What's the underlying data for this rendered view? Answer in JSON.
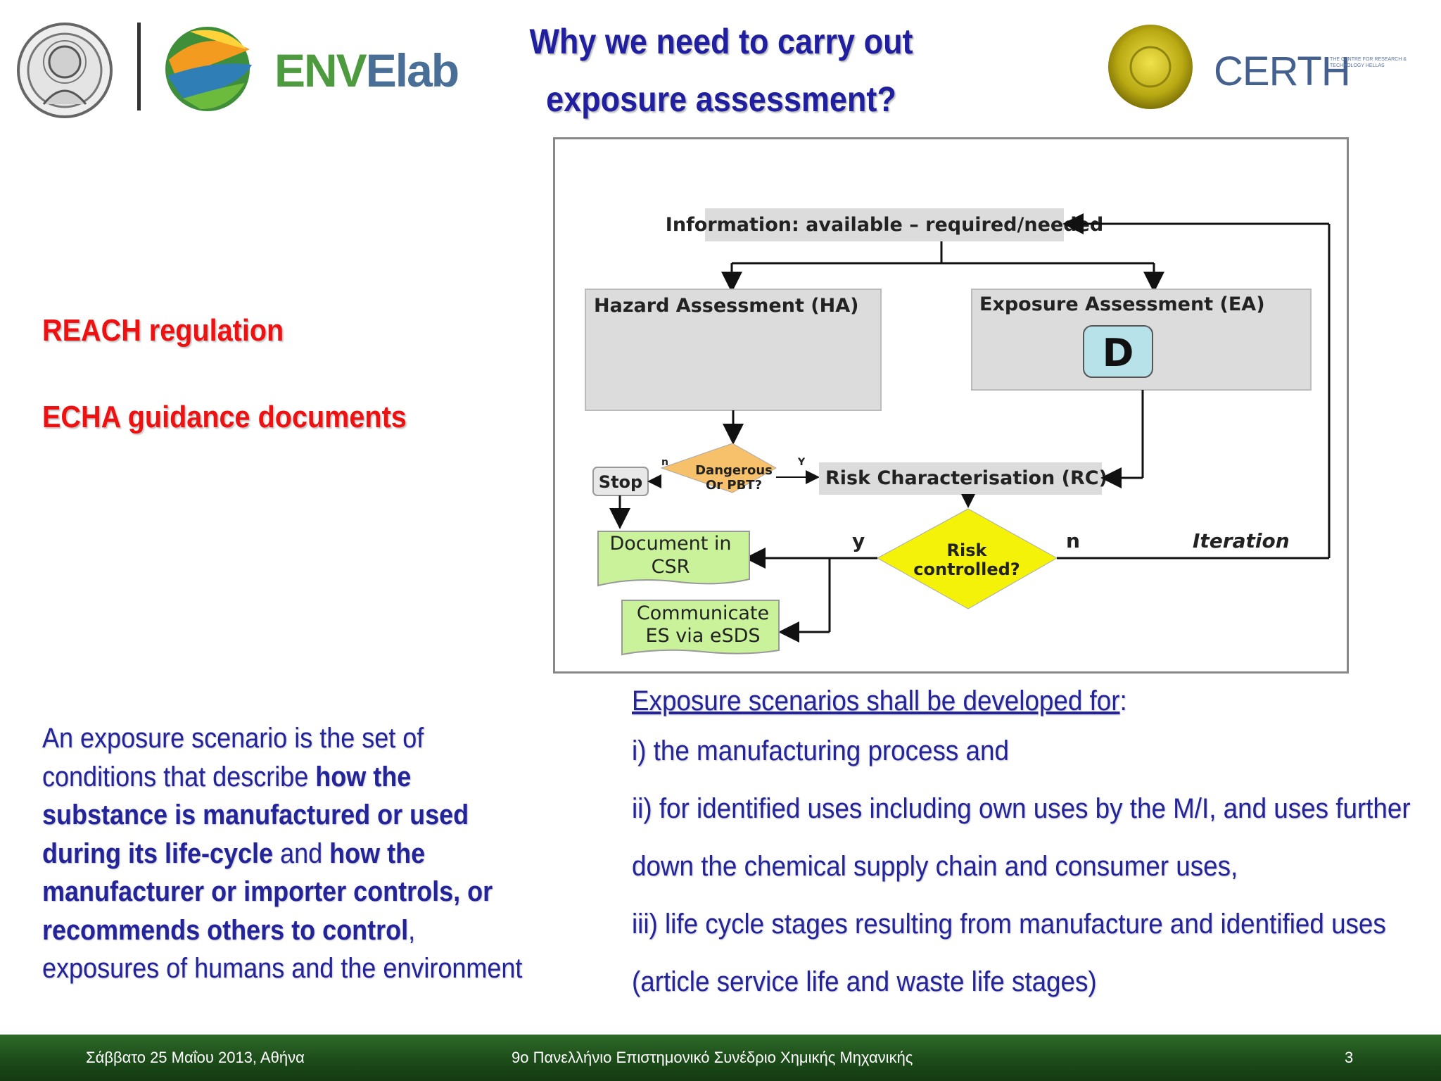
{
  "header": {
    "title_line1": "Why we need to carry out",
    "title_line2": "exposure assessment?",
    "envelab_logo_en": "ENV",
    "envelab_logo_lab": "Elab",
    "certh_logo_text": "CERTH",
    "certh_logo_small": "THE CENTRE FOR RESEARCH & TECHNOLOGY HELLAS"
  },
  "left": {
    "reach": "REACH regulation",
    "echa": "ECHA guidance documents",
    "definition": {
      "p1": "An exposure scenario is the set of conditions that describe ",
      "b1": "how the substance is manufactured or used during its life-cycle",
      "p2": " and ",
      "b2": "how the manufacturer or importer controls, or recommends others to control",
      "p3": ", exposures of humans and the environment"
    }
  },
  "flowchart": {
    "info": "Information: available – required/needed",
    "ha": "Hazard Assessment (HA)",
    "ea": "Exposure Assessment (EA)",
    "d": "D",
    "dangerous_1": "Dangerous",
    "dangerous_2": "Or PBT?",
    "n_small": "n",
    "y_small": "Y",
    "stop": "Stop",
    "rc": "Risk Characterisation (RC)",
    "risk_1": "Risk",
    "risk_2": "controlled?",
    "y": "y",
    "n": "n",
    "iteration": "Iteration",
    "doc_1": "Document in",
    "doc_2": "CSR",
    "comm_1": "Communicate",
    "comm_2": "ES via eSDS"
  },
  "right": {
    "header": "Exposure scenarios shall be developed for",
    "colon": ":",
    "i": "i) the manufacturing process and",
    "ii_a": "ii) for identified uses including own uses by the M/I, and uses further",
    "ii_b": "down the chemical supply chain and consumer uses,",
    "iii_a": "iii) life cycle stages resulting from manufacture and identified uses",
    "iii_b": "(article service life and waste life stages)"
  },
  "footer": {
    "date": "Σάββατο 25 Μαΐου 2013, Αθήνα",
    "conference": "9ο Πανελλήνιο Επιστημονικό Συνέδριο Χημικής Μηχανικής",
    "page": "3"
  },
  "colors": {
    "title_blue": "#1f1fa0",
    "text_blue": "#23239a",
    "red": "#ee1111",
    "footer_green": "#1c4c19",
    "diamond_orange": "#f7c06a",
    "diamond_yellow": "#f5f20a",
    "note_green": "#c9f29a",
    "box_gray": "#dcdcdc",
    "d_box": "#b8e2ea"
  }
}
